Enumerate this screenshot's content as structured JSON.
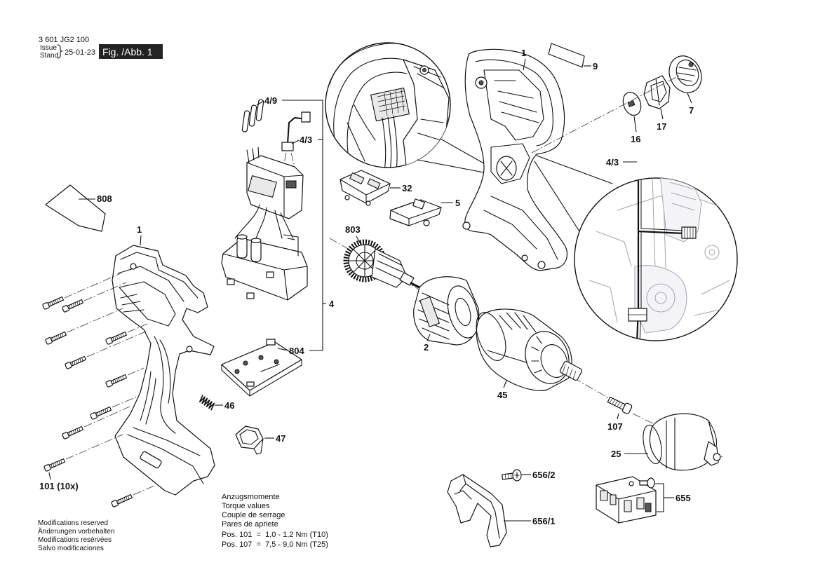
{
  "header": {
    "doc_number": "3 601 JG2 100",
    "issue": "Issue",
    "stand": "Stand",
    "date": "25-01-23",
    "figure": "Fig. /Abb. 1"
  },
  "labels": {
    "p1_housing_right": "1",
    "p9": "9",
    "p7": "7",
    "p17": "17",
    "p16": "16",
    "p4_9": "4/9",
    "p4_3_left": "4/3",
    "p808": "808",
    "p1_housing_left": "1",
    "p32": "32",
    "p5": "5",
    "p803": "803",
    "p4": "4",
    "p2": "2",
    "p804": "804",
    "p45": "45",
    "p46": "46",
    "p47": "47",
    "p107": "107",
    "p25": "25",
    "p4_3_right": "4/3",
    "p101": "101 (10x)",
    "p656_2": "656/2",
    "p655": "655",
    "p656_1": "656/1"
  },
  "torque": {
    "lines": [
      "Anzugsmomente",
      "Torque values",
      "Couple de serrage",
      "Pares de apriete"
    ],
    "pos101": "Pos. 101  =  1,0 - 1,2 Nm (T10)",
    "pos107": "Pos. 107  =  7,5 - 9,0 Nm (T25)"
  },
  "disclaimer": [
    "Modifications reserved",
    "Änderungen vorbehalten",
    "Modifications resérvées",
    "Salvo modificaciones"
  ]
}
